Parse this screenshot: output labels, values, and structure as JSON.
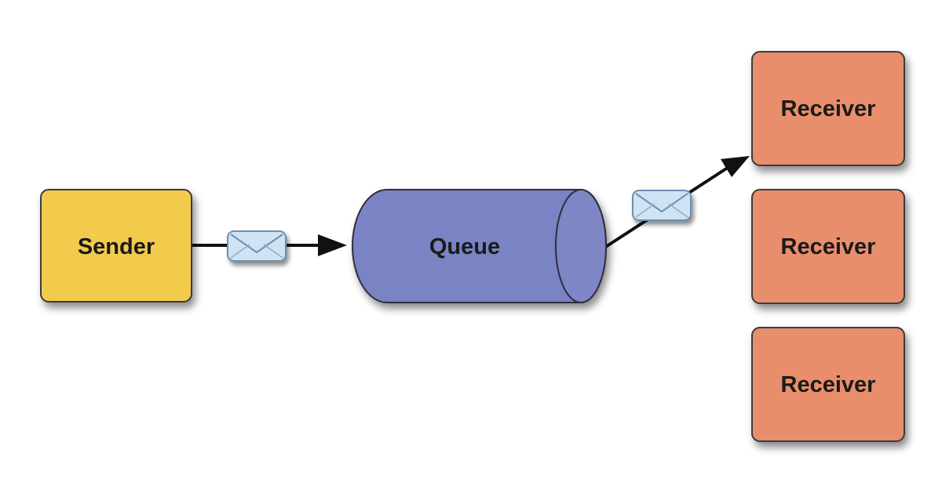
{
  "nodes": {
    "sender": {
      "label": "Sender"
    },
    "queue": {
      "label": "Queue"
    },
    "receivers": [
      {
        "label": "Receiver"
      },
      {
        "label": "Receiver"
      },
      {
        "label": "Receiver"
      }
    ]
  },
  "colors": {
    "sender_fill": "#f2cb4e",
    "queue_fill": "#7a83c3",
    "receiver_fill": "#e88e6c",
    "envelope_fill": "#cfe3f4",
    "envelope_stroke": "#6d8fb0",
    "arrow": "#111111"
  },
  "icons": {
    "message": "envelope-icon"
  }
}
